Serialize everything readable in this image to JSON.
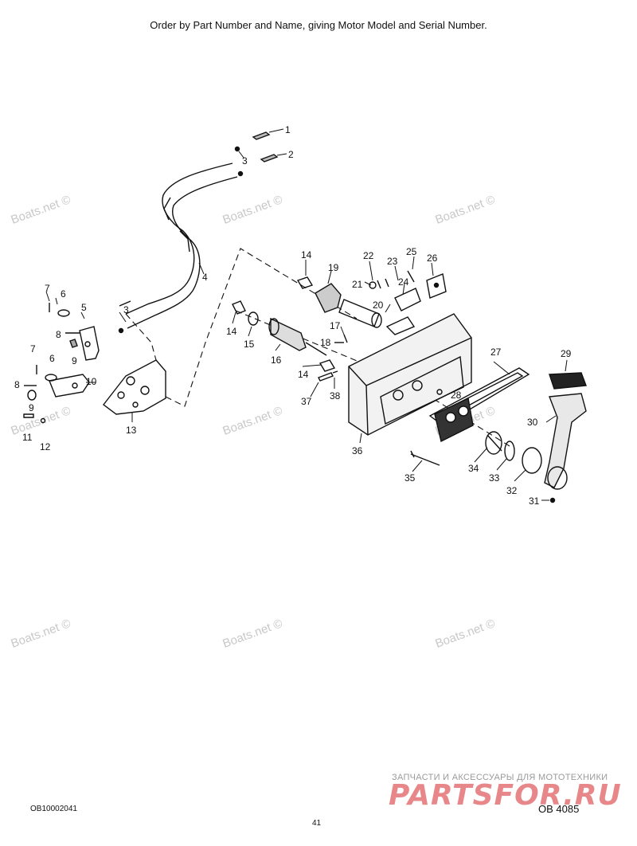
{
  "header": "Order by Part Number and Name, giving Motor Model and Serial Number.",
  "watermark": "Boats.net ©",
  "callouts": [
    "1",
    "2",
    "3",
    "3",
    "4",
    "5",
    "6",
    "6",
    "7",
    "7",
    "8",
    "8",
    "9",
    "9",
    "10",
    "11",
    "12",
    "13",
    "14",
    "14",
    "14",
    "15",
    "16",
    "17",
    "18",
    "19",
    "20",
    "21",
    "22",
    "23",
    "24",
    "25",
    "26",
    "27",
    "28",
    "29",
    "30",
    "31",
    "32",
    "33",
    "34",
    "35",
    "36",
    "37",
    "38"
  ],
  "footer": {
    "left_code": "OB10002041",
    "page": "41",
    "right_code": "OB 4085"
  },
  "partsfor": {
    "tagline": "ЗАПЧАСТИ И АКСЕССУАРЫ ДЛЯ МОТОТЕХНИКИ",
    "logo": "PARTSFOR.RU"
  }
}
